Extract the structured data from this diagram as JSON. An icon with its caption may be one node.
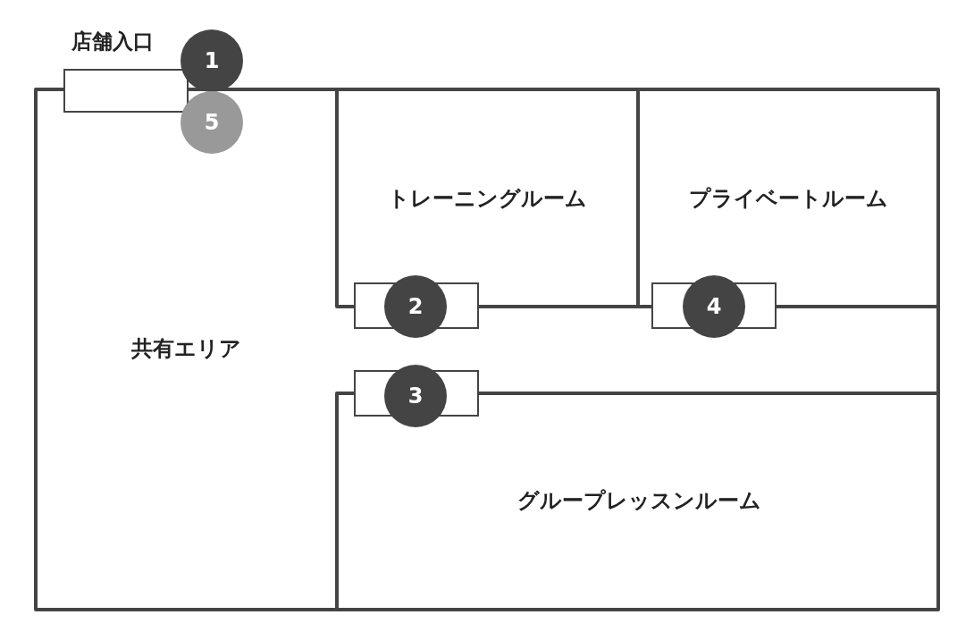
{
  "diagram": {
    "nodes": [
      {
        "text": [
          "1"
        ]
      },
      {
        "text": [
          "5"
        ]
      },
      {
        "text": [
          "トレーニングルーム"
        ]
      },
      {
        "text": [
          "プライベートルーム"
        ]
      },
      {
        "text": [
          "2"
        ]
      },
      {
        "text": [
          "4"
        ]
      },
      {
        "text": [
          "共有エリア"
        ]
      },
      {
        "text": [
          "3"
        ]
      },
      {
        "text": [
          "グループレッスンルーム"
        ]
      }
    ],
    "labels": [
      "店舗入口"
    ]
  }
}
